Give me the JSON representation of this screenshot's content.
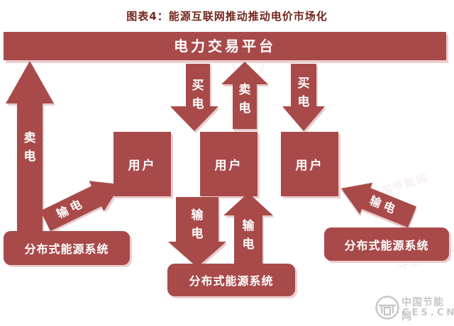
{
  "title": "图表4：能源互联网推动推动电价市场化",
  "platform": {
    "label": "电力交易平台"
  },
  "users": [
    {
      "label": "用户"
    },
    {
      "label": "用户"
    },
    {
      "label": "用户"
    }
  ],
  "des_systems": [
    {
      "label": "分布式能源系统"
    },
    {
      "label": "分布式能源系统"
    },
    {
      "label": "分布式能源系统"
    }
  ],
  "arrows": {
    "sell_left": {
      "label": "卖电",
      "direction": "up"
    },
    "buy_left": {
      "label": "买电",
      "direction": "down"
    },
    "sell_mid": {
      "label": "卖电",
      "direction": "up"
    },
    "buy_right": {
      "label": "买电",
      "direction": "down"
    },
    "transmit_diag_left": {
      "label": "输电",
      "direction": "up-right"
    },
    "transmit_down": {
      "label": "输电",
      "direction": "down"
    },
    "transmit_up": {
      "label": "输电",
      "direction": "up"
    },
    "transmit_diag_right": {
      "label": "输电",
      "direction": "up-left"
    }
  },
  "watermark": {
    "site_name": "中国节能网",
    "domain": "CES.CN"
  },
  "colors": {
    "primary": "#a94a4a",
    "shadow_pink": "#eccfcf",
    "title_text": "#73251c",
    "watermark_gray": "#c8c8c8",
    "background": "#ffffff"
  }
}
